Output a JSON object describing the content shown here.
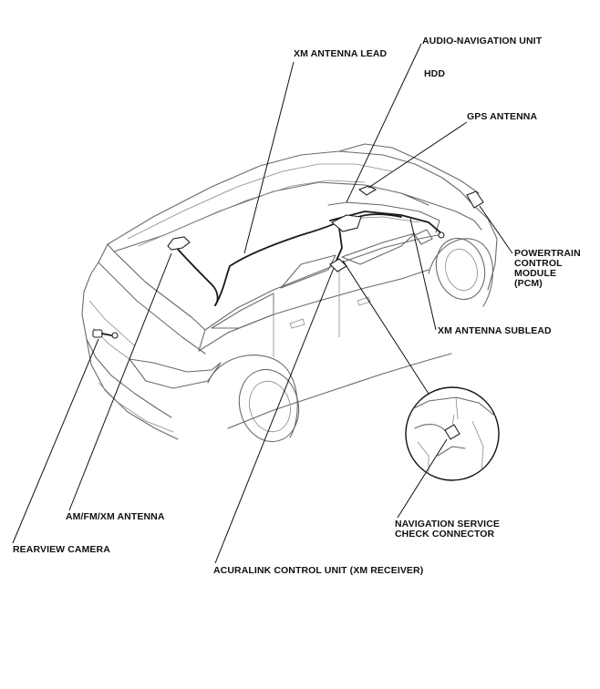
{
  "labels": {
    "xm_antenna_lead": "XM ANTENNA LEAD",
    "audio_navigation_unit": "AUDIO-NAVIGATION UNIT",
    "hdd": "HDD",
    "gps_antenna": "GPS ANTENNA",
    "pcm_lines": [
      "POWERTRAIN",
      "CONTROL",
      "MODULE",
      "(PCM)"
    ],
    "xm_antenna_sublead": "XM ANTENNA SUBLEAD",
    "am_fm_xm_antenna": "AM/FM/XM ANTENNA",
    "rearview_camera": "REARVIEW CAMERA",
    "acuralink_control_unit": "ACURALINK CONTROL UNIT (XM RECEIVER)",
    "navigation_service_lines": [
      "NAVIGATION SERVICE",
      "CHECK CONNECTOR"
    ]
  },
  "colors": {
    "line": "#111111",
    "car_outline": "#6a6a6a",
    "background": "#ffffff"
  }
}
